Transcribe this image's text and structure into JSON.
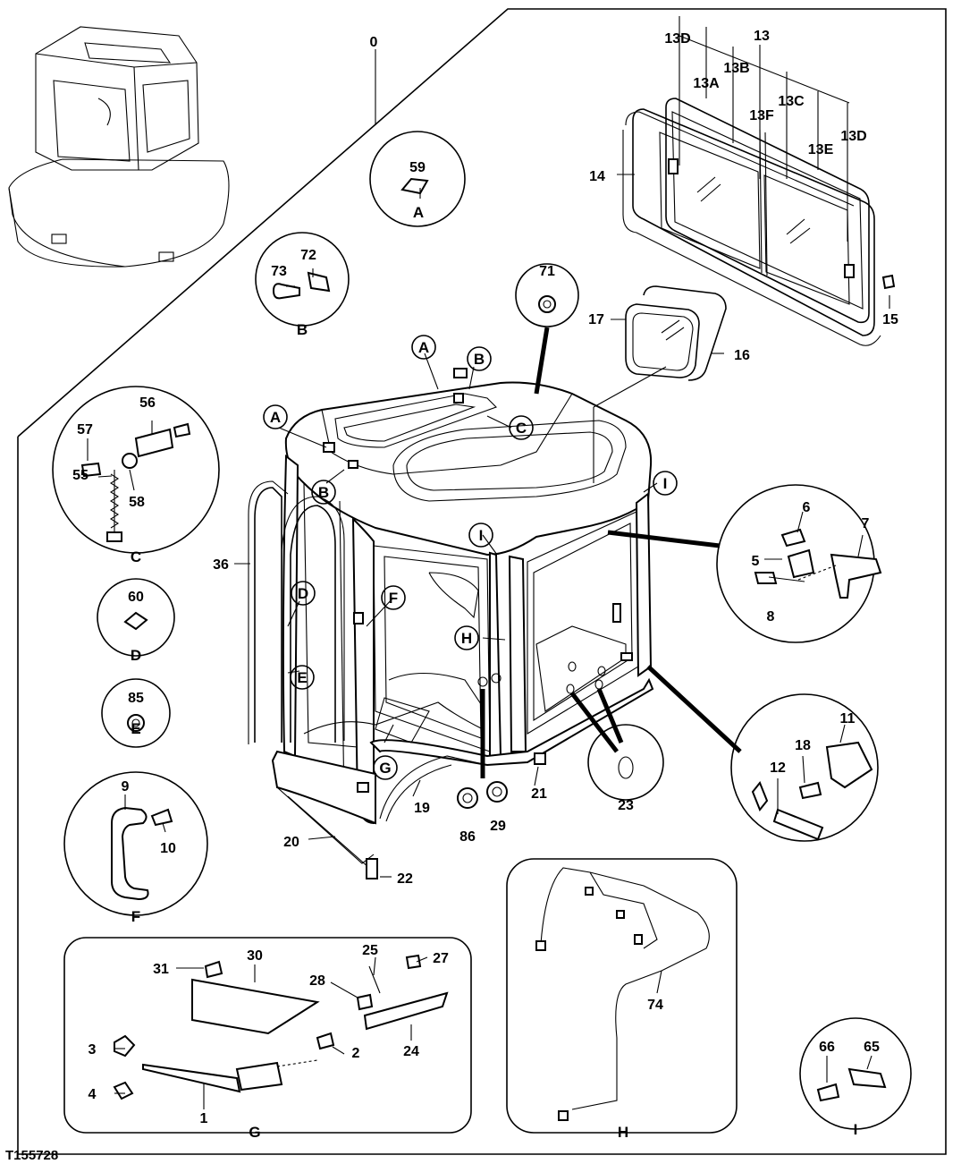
{
  "figure_id": "T155728",
  "assembly_label": "0",
  "detail_letters": {
    "A": "A",
    "B": "B",
    "C": "C",
    "D": "D",
    "E": "E",
    "F": "F",
    "G": "G",
    "H": "H",
    "I": "I"
  },
  "parts": {
    "p1": "1",
    "p2": "2",
    "p3": "3",
    "p4": "4",
    "p5": "5",
    "p6": "6",
    "p7": "7",
    "p8": "8",
    "p9": "9",
    "p10": "10",
    "p11": "11",
    "p12": "12",
    "p13": "13",
    "p13a": "13A",
    "p13b": "13B",
    "p13c": "13C",
    "p13d": "13D",
    "p13e": "13E",
    "p13f": "13F",
    "p14": "14",
    "p15": "15",
    "p16": "16",
    "p17": "17",
    "p18": "18",
    "p19": "19",
    "p20": "20",
    "p21": "21",
    "p22": "22",
    "p23": "23",
    "p24": "24",
    "p25": "25",
    "p27": "27",
    "p28": "28",
    "p29": "29",
    "p30": "30",
    "p31": "31",
    "p36": "36",
    "p55": "55",
    "p56": "56",
    "p57": "57",
    "p58": "58",
    "p59": "59",
    "p60": "60",
    "p65": "65",
    "p66": "66",
    "p71": "71",
    "p72": "72",
    "p73": "73",
    "p74": "74",
    "p85": "85",
    "p86": "86"
  }
}
